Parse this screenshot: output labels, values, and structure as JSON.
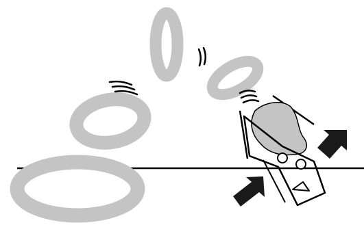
{
  "colors": {
    "ring": "#c4c4c4",
    "line": "#000000",
    "arrow": "#1a1a1a",
    "background": "#ffffff"
  },
  "icons": {
    "rings": "flying-ring-icon",
    "device": "ring-launcher-device",
    "arrows": "push-arrow-icon"
  },
  "diagram": {
    "ring_count": 4,
    "arrow_count": 2
  }
}
